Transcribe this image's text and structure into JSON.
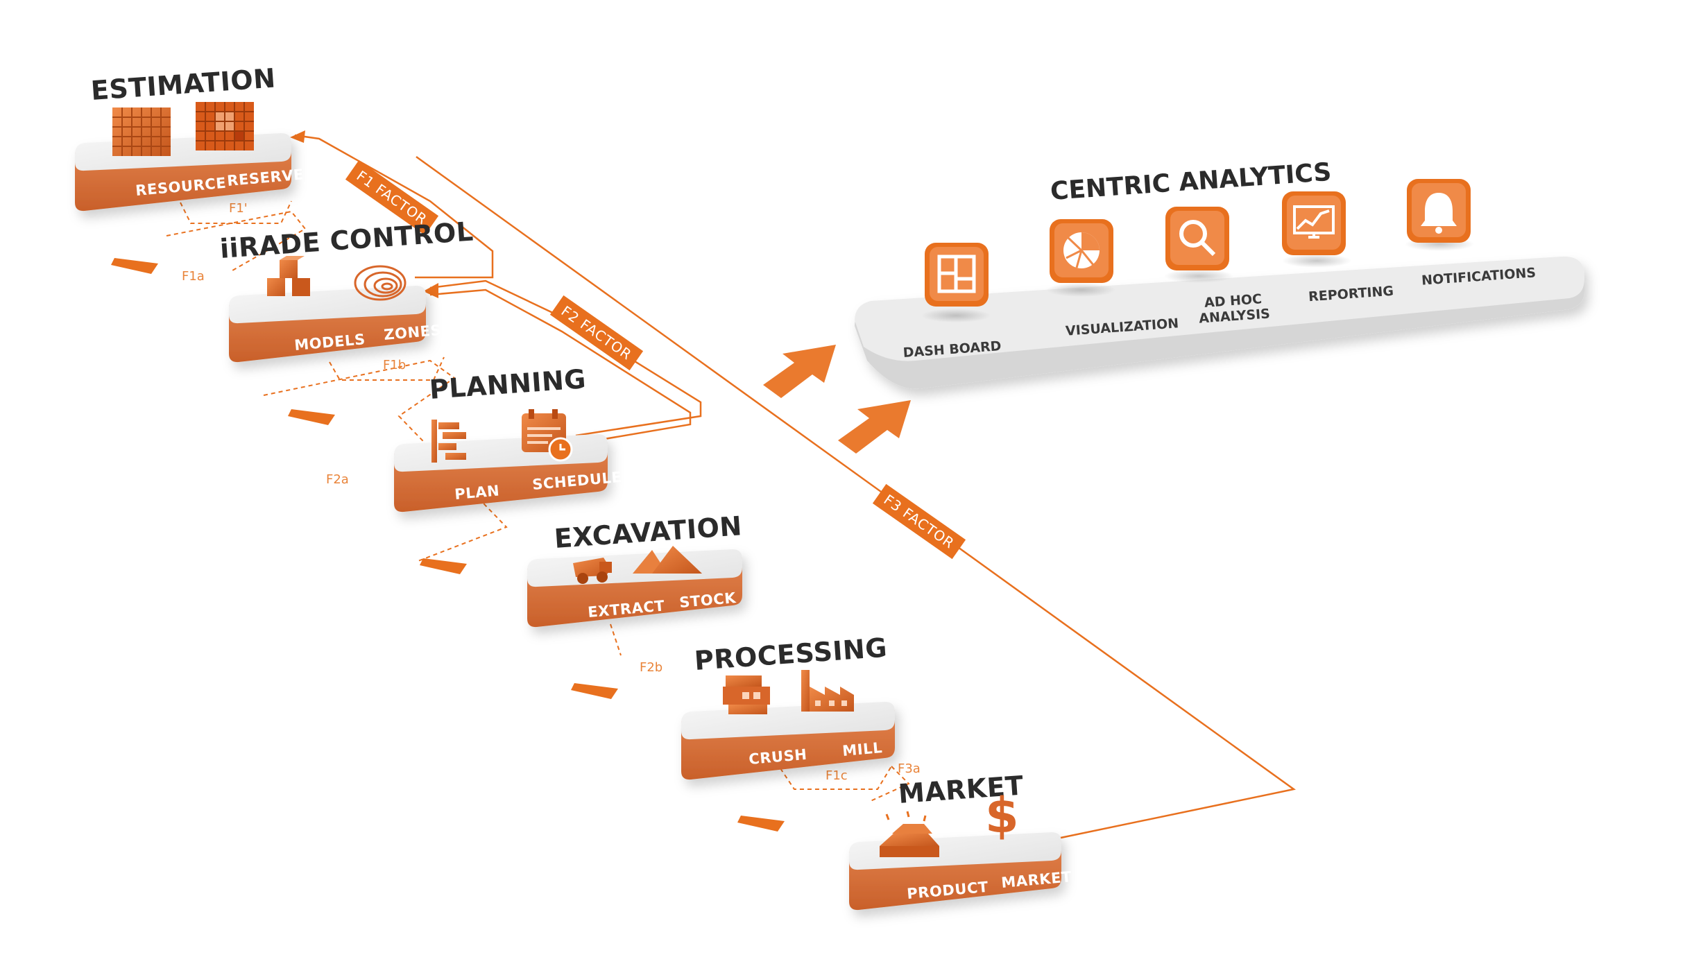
{
  "colors": {
    "accent": "#e8701e",
    "platform_top": "#f0f0f0",
    "platform_side": "#d9703a",
    "analytics_panel": "#ececec",
    "title": "#2b2b2b"
  },
  "stages": {
    "estimation": {
      "title": "ESTIMATION",
      "left": "RESOURCE",
      "right": "RESERVE",
      "left_icon": "resource-blocks-icon",
      "right_icon": "reserve-blocks-icon"
    },
    "grade_control": {
      "title": "iiRADE CONTROL",
      "left": "MODELS",
      "right": "ZONES",
      "left_icon": "cubes-icon",
      "right_icon": "zones-contour-icon"
    },
    "planning": {
      "title": "PLANNING",
      "left": "PLAN",
      "right": "SCHEDULE",
      "left_icon": "gantt-icon",
      "right_icon": "calendar-clock-icon"
    },
    "excavation": {
      "title": "EXCAVATION",
      "left": "EXTRACT",
      "right": "STOCK",
      "left_icon": "haul-truck-icon",
      "right_icon": "stockpile-icon"
    },
    "processing": {
      "title": "PROCESSING",
      "left": "CRUSH",
      "right": "MILL",
      "left_icon": "crusher-icon",
      "right_icon": "factory-icon"
    },
    "market": {
      "title": "MARKET",
      "left": "PRODUCT",
      "right": "MARKET",
      "left_icon": "gold-bars-icon",
      "right_icon": "dollar-icon"
    }
  },
  "factors": {
    "f1": "F1 FACTOR",
    "f2": "F2 FACTOR",
    "f3": "F3 FACTOR"
  },
  "sub_factors": {
    "f1_prime": "F1'",
    "f1a": "F1a",
    "f1b": "F1b",
    "f2a": "F2a",
    "f2b": "F2b",
    "f1c": "F1c",
    "f3a": "F3a"
  },
  "analytics": {
    "title": "CENTRIC ANALYTICS",
    "items": [
      {
        "label": "DASH BOARD",
        "icon": "dashboard-grid-icon"
      },
      {
        "label": "VISUALIZATION",
        "icon": "pie-chart-icon"
      },
      {
        "label": "AD HOC",
        "label2": "ANALYSIS",
        "icon": "magnifier-icon"
      },
      {
        "label": "REPORTING",
        "icon": "monitor-chart-icon"
      },
      {
        "label": "NOTIFICATIONS",
        "icon": "bell-icon"
      }
    ]
  }
}
